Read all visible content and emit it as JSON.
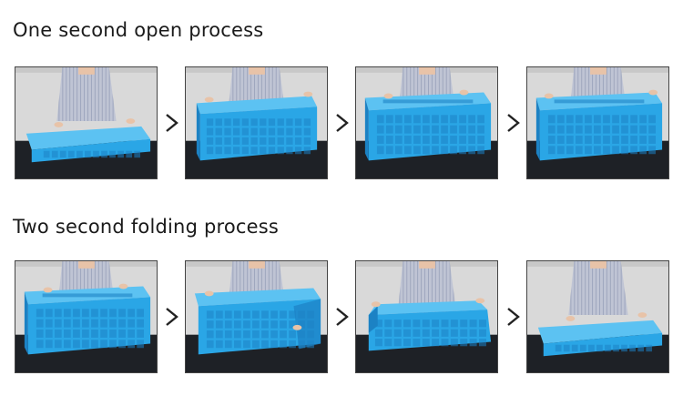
{
  "sections": [
    {
      "title": "One second open process",
      "frames": [
        {
          "state": "folded-flat"
        },
        {
          "state": "walls-raising"
        },
        {
          "state": "opened"
        },
        {
          "state": "opened-locked"
        }
      ]
    },
    {
      "title": "Two second folding process",
      "frames": [
        {
          "state": "opened"
        },
        {
          "state": "side-walls-folding"
        },
        {
          "state": "end-walls-folding"
        },
        {
          "state": "folded-flat"
        }
      ]
    }
  ],
  "icons": {
    "step_arrow": "chevron-right-icon"
  },
  "colors": {
    "crate": "#2aa6e6",
    "crate_dark": "#1c82c4",
    "crate_light": "#5cc2f2",
    "table": "#1e2126",
    "wall": "#d9d9d9",
    "shirt": "#bfc4d4",
    "skin": "#e8c3a8",
    "arrow": "#222222"
  }
}
